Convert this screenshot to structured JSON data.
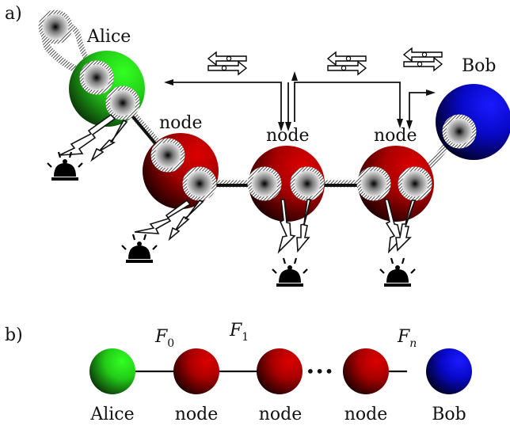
{
  "panel_a": {
    "label": "a)",
    "endpoints": {
      "left": "Alice",
      "right": "Bob"
    },
    "nodes": [
      "node",
      "node",
      "node"
    ]
  },
  "panel_b": {
    "label": "b)",
    "chain": [
      "Alice",
      "node",
      "node",
      "node",
      "Bob"
    ],
    "fidelities": [
      {
        "base": "F",
        "sub": "0"
      },
      {
        "base": "F",
        "sub": "1"
      },
      {
        "base": "F",
        "sub": "n"
      }
    ],
    "ellipsis": "•••"
  },
  "colors": {
    "alice": "#22e01a",
    "node": "#c00000",
    "bob": "#0a0ad8",
    "link": "#111111"
  },
  "icons": [
    "exchange-icon",
    "bell-icon"
  ]
}
